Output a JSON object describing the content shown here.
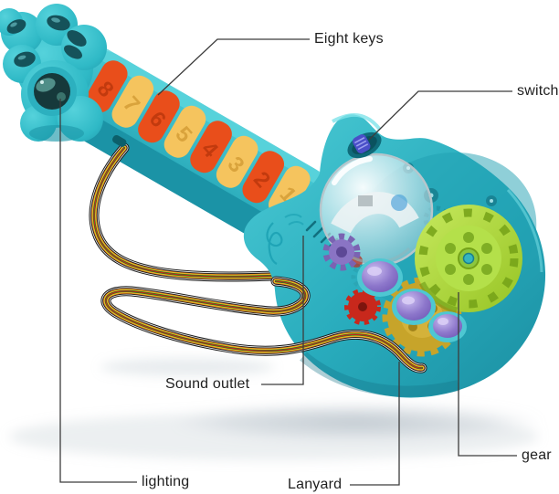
{
  "figure": {
    "type": "annotated-product-diagram",
    "subject": "transparent gear toy guitar with eight piano keys, light-up lens, clear dome, visible gears and rainbow lanyard strap"
  },
  "labels": {
    "eight_keys": "Eight keys",
    "switch": "switch",
    "sound_outlet": "Sound outlet",
    "gear": "gear",
    "lighting": "lighting",
    "lanyard": "Lanyard"
  },
  "keys": {
    "numbers": [
      "8",
      "7",
      "6",
      "5",
      "4",
      "3",
      "2",
      "1"
    ]
  },
  "colors": {
    "background": "#ffffff",
    "body_teal": "#2fb9c6",
    "body_teal_dark": "#1b93a6",
    "key_orange": "#e94e1b",
    "key_yellow": "#f5c45e",
    "gear_green": "#a9d835",
    "gear_yellow": "#c7a42a",
    "gear_red": "#c8281c",
    "gear_purple": "#7a63b2",
    "button_purple": "#8d77cb",
    "switch_blue": "#4a4fc8",
    "peg_dark_teal": "#15525a",
    "callout_line": "#3c3c3c",
    "label_text": "#1f1f1f"
  }
}
